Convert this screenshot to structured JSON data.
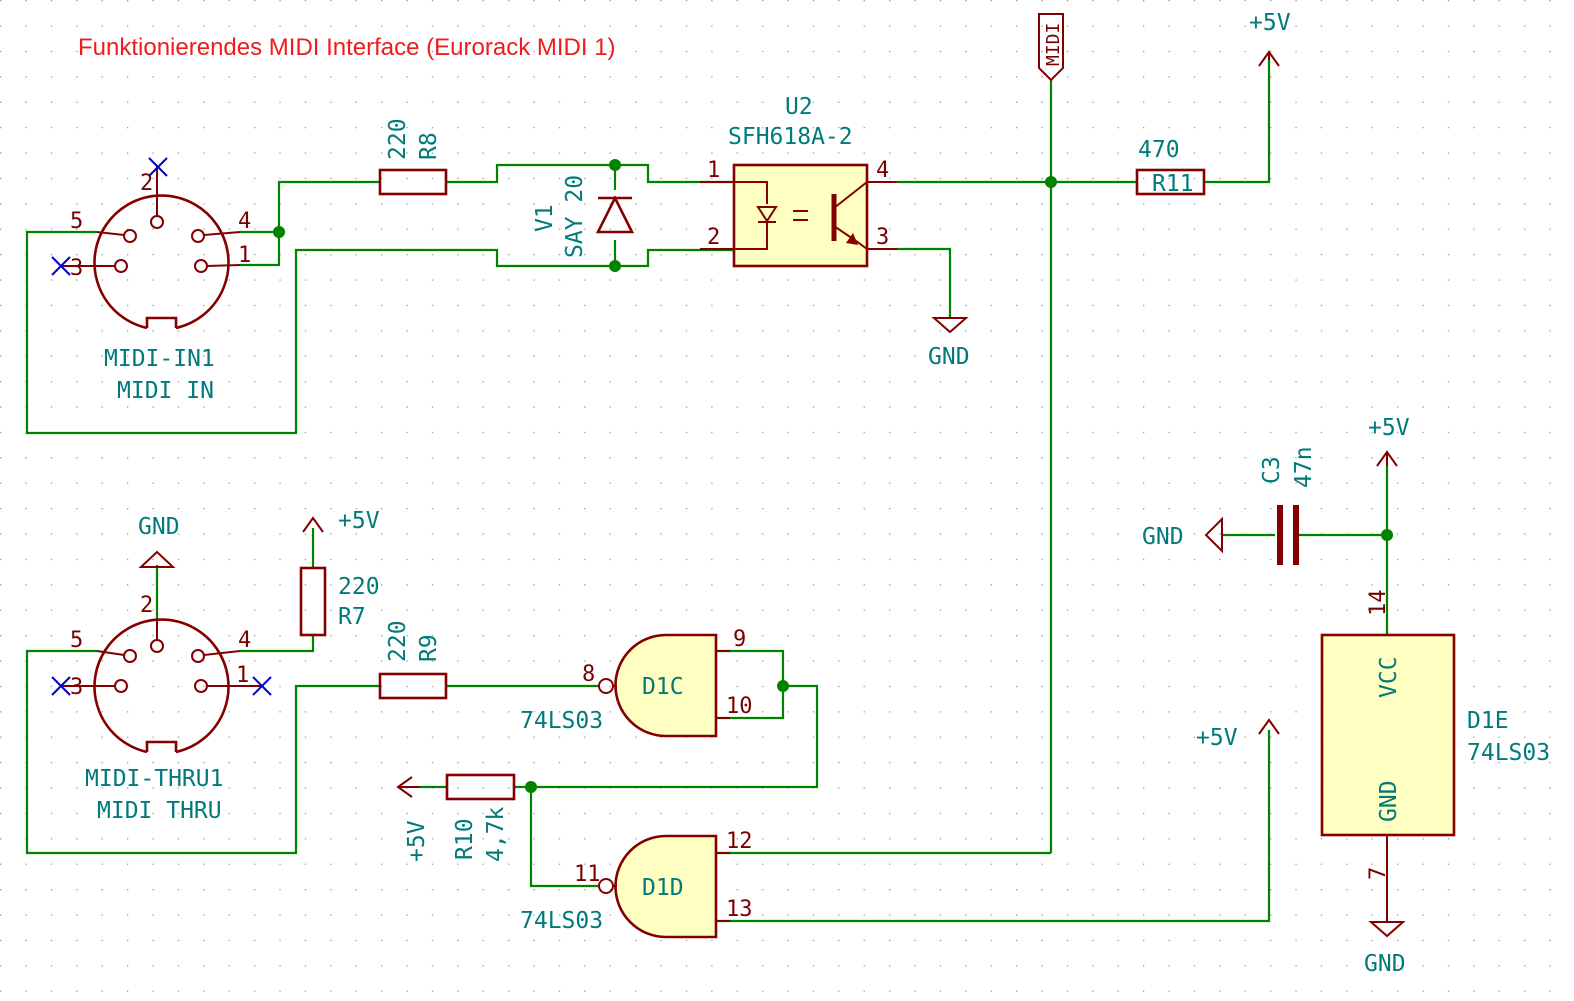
{
  "title": "Funktionierendes MIDI Interface (Eurorack MIDI 1)",
  "net_labels": {
    "midi_label": "MIDI",
    "vcc": "+5V",
    "gnd": "GND"
  },
  "components": {
    "midi_in": {
      "ref": "MIDI-IN1",
      "value": "MIDI IN",
      "pins": [
        "1",
        "2",
        "3",
        "4",
        "5"
      ]
    },
    "midi_thru": {
      "ref": "MIDI-THRU1",
      "value": "MIDI THRU",
      "pins": [
        "1",
        "2",
        "3",
        "4",
        "5"
      ]
    },
    "r8": {
      "ref": "R8",
      "value": "220"
    },
    "r7": {
      "ref": "R7",
      "value": "220"
    },
    "r9": {
      "ref": "R9",
      "value": "220"
    },
    "r10": {
      "ref": "R10",
      "value": "4,7k"
    },
    "r11": {
      "ref": "R11",
      "value": "470"
    },
    "v1": {
      "ref": "V1",
      "value": "SAY 20"
    },
    "u2": {
      "ref": "U2",
      "value": "SFH618A-2",
      "pins": [
        "1",
        "2",
        "3",
        "4"
      ]
    },
    "c3": {
      "ref": "C3",
      "value": "47n"
    },
    "d1c": {
      "ref": "D1C",
      "value": "74LS03",
      "pins": [
        "8",
        "9",
        "10"
      ]
    },
    "d1d": {
      "ref": "D1D",
      "value": "74LS03",
      "pins": [
        "11",
        "12",
        "13"
      ]
    },
    "d1e": {
      "ref": "D1E",
      "value": "74LS03",
      "pins": [
        "14",
        "7"
      ],
      "pin_names": [
        "VCC",
        "GND"
      ]
    }
  }
}
